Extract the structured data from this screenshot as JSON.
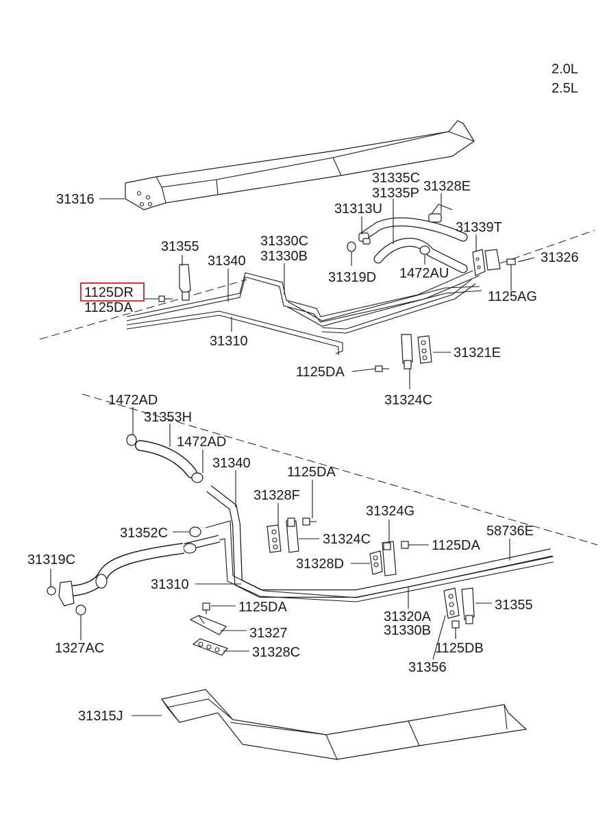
{
  "engine_variants": [
    "2.0L",
    "2.5L"
  ],
  "highlighted_part": "1125DR",
  "highlight_color": "#e03131",
  "labels": {
    "p31316": "31316",
    "p31355_top": "31355",
    "p31340_top": "31340",
    "p31330C": "31330C",
    "p31330B_top": "31330B",
    "p31335C": "31335C",
    "p31335P": "31335P",
    "p31328E": "31328E",
    "p31313U": "31313U",
    "p31339T": "31339T",
    "p31326": "31326",
    "p1125DR": "1125DR",
    "p1125DA_top": "1125DA",
    "p31319D": "31319D",
    "p1472AU": "1472AU",
    "p1125AG": "1125AG",
    "p31310_top": "31310",
    "p31321E": "31321E",
    "p1125DA_mid": "1125DA",
    "p31324C_top": "31324C",
    "p1472AD_a": "1472AD",
    "p31353H": "31353H",
    "p1472AD_b": "1472AD",
    "p31340_low": "31340",
    "p1125DA_low1": "1125DA",
    "p31328F": "31328F",
    "p31324G": "31324G",
    "p31352C": "31352C",
    "p31324C_low": "31324C",
    "p1125DA_low2": "1125DA",
    "p58736E": "58736E",
    "p31319C": "31319C",
    "p31328D": "31328D",
    "p31310_low": "31310",
    "p1125DA_low3": "1125DA",
    "p31320A": "31320A",
    "p31330B_low": "31330B",
    "p31355_low": "31355",
    "p31327": "31327",
    "p1327AC": "1327AC",
    "p1125DB": "1125DB",
    "p31328C": "31328C",
    "p31356": "31356",
    "p31315J": "31315J"
  }
}
